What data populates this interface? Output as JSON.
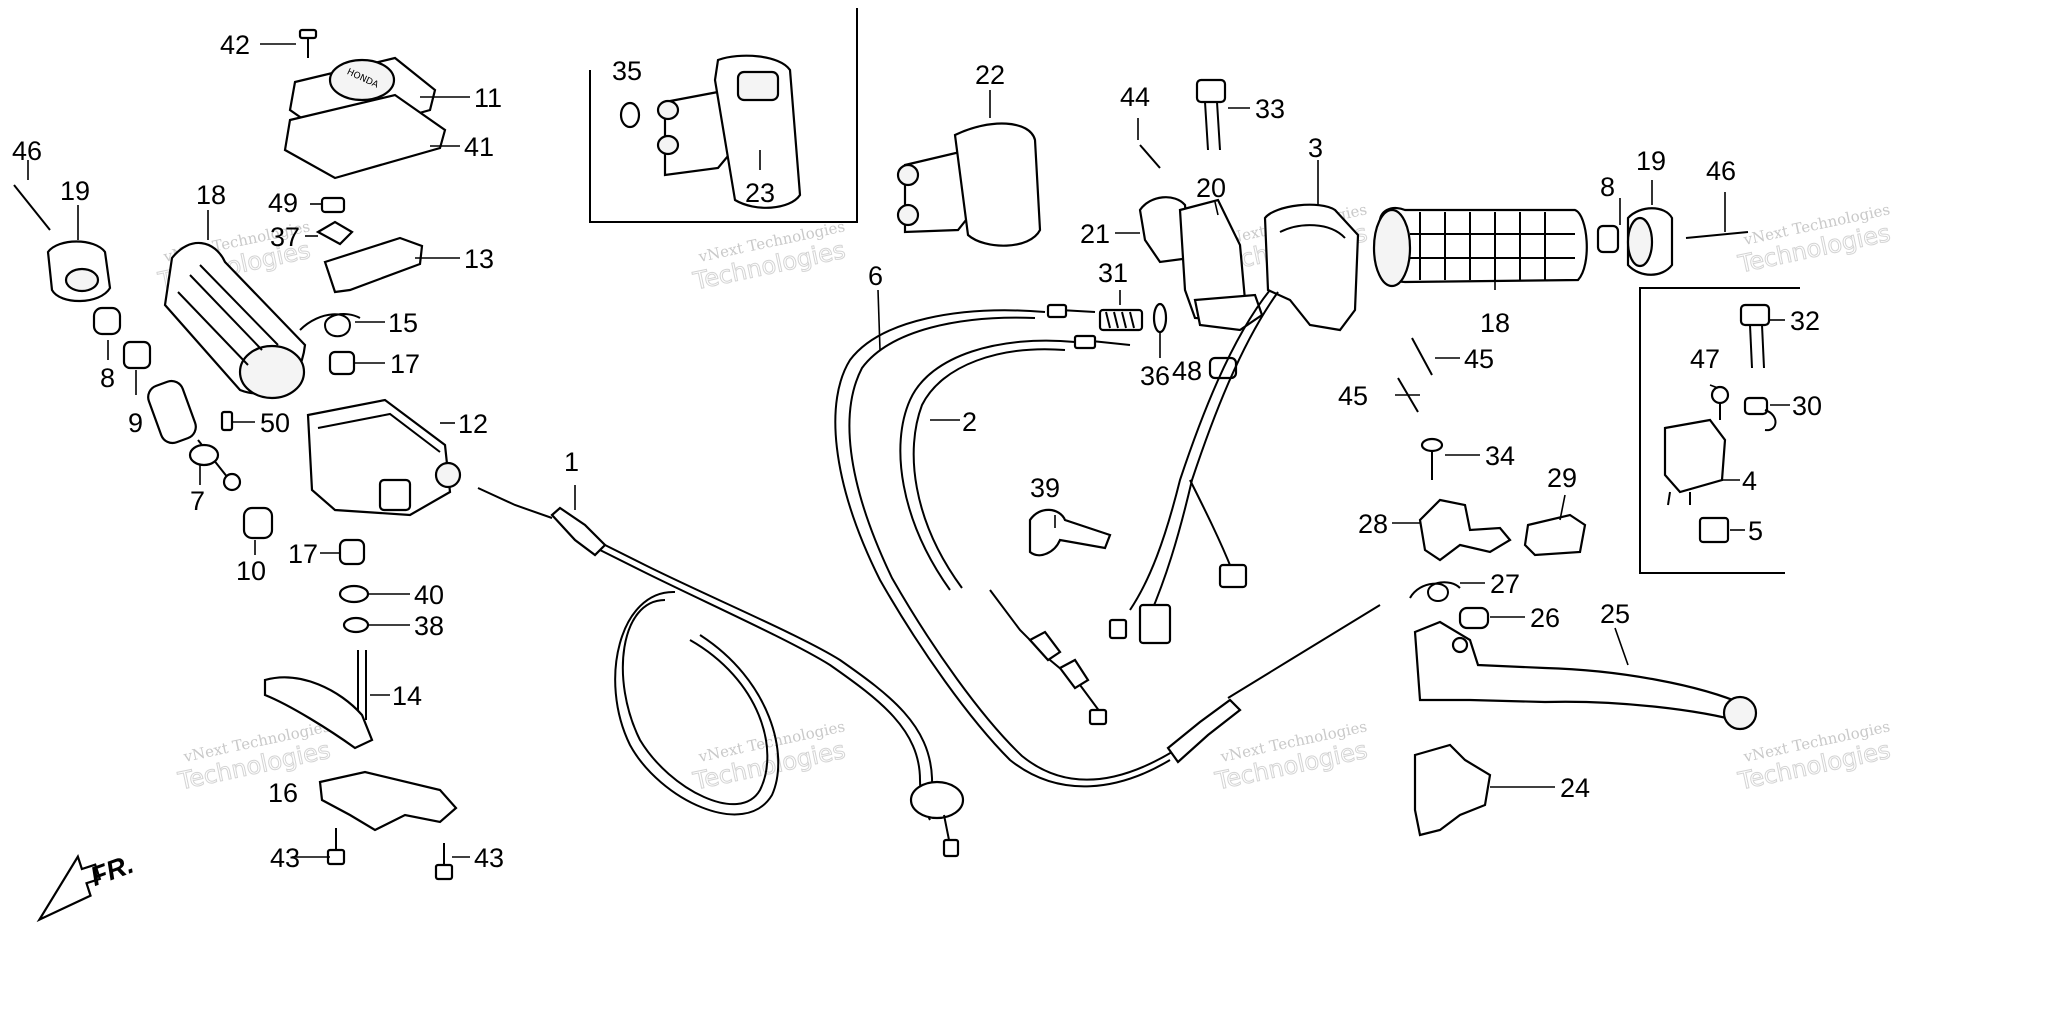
{
  "diagram": {
    "callouts": [
      {
        "id": "c1",
        "text": "1"
      },
      {
        "id": "c2",
        "text": "2"
      },
      {
        "id": "c3",
        "text": "3"
      },
      {
        "id": "c4",
        "text": "4"
      },
      {
        "id": "c5",
        "text": "5"
      },
      {
        "id": "c6",
        "text": "6"
      },
      {
        "id": "c7",
        "text": "7"
      },
      {
        "id": "c8a",
        "text": "8"
      },
      {
        "id": "c8b",
        "text": "8"
      },
      {
        "id": "c9",
        "text": "9"
      },
      {
        "id": "c10",
        "text": "10"
      },
      {
        "id": "c11",
        "text": "11"
      },
      {
        "id": "c12",
        "text": "12"
      },
      {
        "id": "c13",
        "text": "13"
      },
      {
        "id": "c14",
        "text": "14"
      },
      {
        "id": "c15",
        "text": "15"
      },
      {
        "id": "c16",
        "text": "16"
      },
      {
        "id": "c17a",
        "text": "17"
      },
      {
        "id": "c17b",
        "text": "17"
      },
      {
        "id": "c18a",
        "text": "18"
      },
      {
        "id": "c18b",
        "text": "18"
      },
      {
        "id": "c19a",
        "text": "19"
      },
      {
        "id": "c19b",
        "text": "19"
      },
      {
        "id": "c20",
        "text": "20"
      },
      {
        "id": "c21",
        "text": "21"
      },
      {
        "id": "c22",
        "text": "22"
      },
      {
        "id": "c23",
        "text": "23"
      },
      {
        "id": "c24",
        "text": "24"
      },
      {
        "id": "c25",
        "text": "25"
      },
      {
        "id": "c26",
        "text": "26"
      },
      {
        "id": "c27",
        "text": "27"
      },
      {
        "id": "c28",
        "text": "28"
      },
      {
        "id": "c29",
        "text": "29"
      },
      {
        "id": "c30",
        "text": "30"
      },
      {
        "id": "c31",
        "text": "31"
      },
      {
        "id": "c32",
        "text": "32"
      },
      {
        "id": "c33",
        "text": "33"
      },
      {
        "id": "c34",
        "text": "34"
      },
      {
        "id": "c35",
        "text": "35"
      },
      {
        "id": "c36",
        "text": "36"
      },
      {
        "id": "c37",
        "text": "37"
      },
      {
        "id": "c38",
        "text": "38"
      },
      {
        "id": "c39",
        "text": "39"
      },
      {
        "id": "c40",
        "text": "40"
      },
      {
        "id": "c41",
        "text": "41"
      },
      {
        "id": "c42",
        "text": "42"
      },
      {
        "id": "c43a",
        "text": "43"
      },
      {
        "id": "c43b",
        "text": "43"
      },
      {
        "id": "c44",
        "text": "44"
      },
      {
        "id": "c45a",
        "text": "45"
      },
      {
        "id": "c45b",
        "text": "45"
      },
      {
        "id": "c46a",
        "text": "46"
      },
      {
        "id": "c46b",
        "text": "46"
      },
      {
        "id": "c47",
        "text": "47"
      },
      {
        "id": "c48",
        "text": "48"
      },
      {
        "id": "c49",
        "text": "49"
      },
      {
        "id": "c50",
        "text": "50"
      }
    ],
    "direction_label": "FR.",
    "cover_logo": "HONDA",
    "watermark_line1": "vNext Technologies",
    "watermark_line2": "Technologies",
    "line_color": "#000000",
    "watermark_color": "#c9c9c9"
  }
}
